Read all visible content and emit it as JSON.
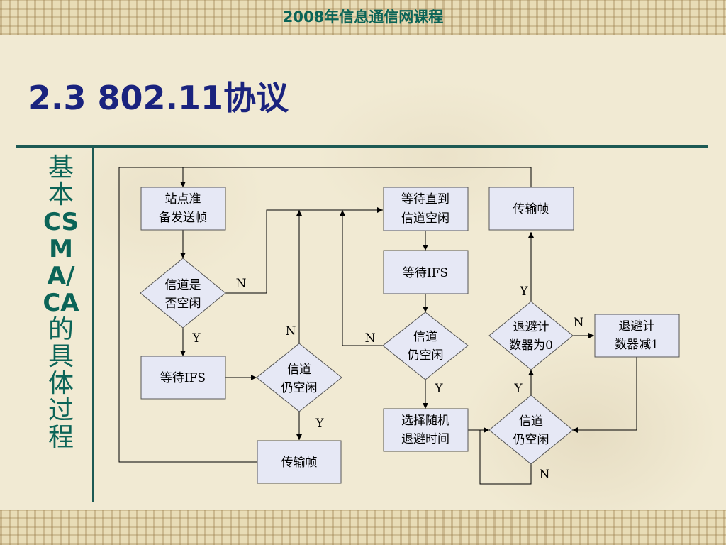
{
  "header": {
    "title": "2008年信息通信网课程"
  },
  "slide": {
    "title": "2.3 802.11协议"
  },
  "side_label": {
    "prefix": "基本",
    "latin": "CSMA/CA",
    "suffix": "的具体过程"
  },
  "flowchart": {
    "nodes": {
      "ready": [
        "站点准",
        "备发送帧"
      ],
      "idle_check": [
        "信道是",
        "否空闲"
      ],
      "wait_ifs_1": [
        "等待IFS"
      ],
      "still_idle_1": [
        "信道",
        "仍空闲"
      ],
      "transmit_1": [
        "传输帧"
      ],
      "wait_until_idle": [
        "等待直到",
        "信道空闲"
      ],
      "wait_ifs_2": [
        "等待IFS"
      ],
      "still_idle_2": [
        "信道",
        "仍空闲"
      ],
      "random_backoff": [
        "选择随机",
        "退避时间"
      ],
      "still_idle_3": [
        "信道",
        "仍空闲"
      ],
      "counter_zero": [
        "退避计",
        "数器为0"
      ],
      "transmit_2": [
        "传输帧"
      ],
      "decrement": [
        "退避计",
        "数器减1"
      ]
    },
    "edge_labels": {
      "idle_no": "N",
      "idle_yes": "Y",
      "still1_no": "N",
      "still1_yes": "Y",
      "still2_no": "N",
      "still2_yes": "Y",
      "still3_yes": "Y",
      "still3_no": "N",
      "zero_yes": "Y",
      "zero_no": "N"
    }
  },
  "colors": {
    "box_fill": "#e6e8f5",
    "accent": "#0b6457",
    "title": "#1a237e"
  }
}
